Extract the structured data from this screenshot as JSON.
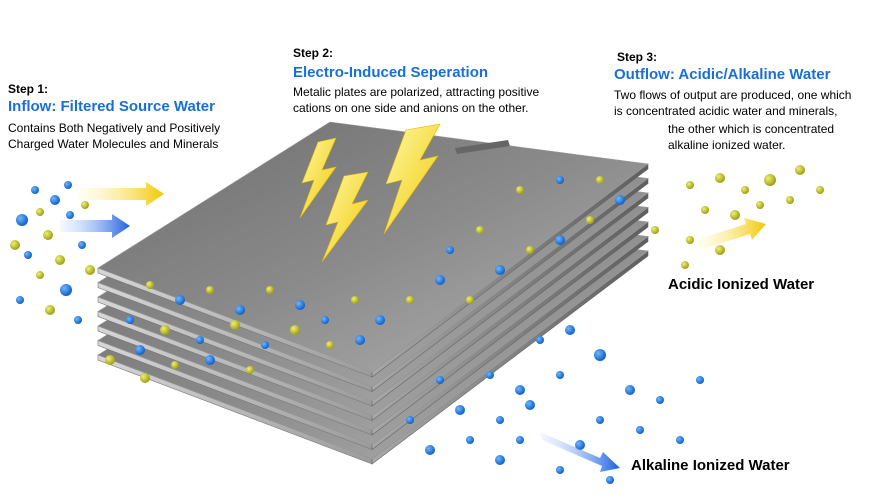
{
  "steps": [
    {
      "label": "Step 1:",
      "title": "Inflow: Filtered Source Water",
      "desc": [
        "Contains Both Negatively and Positively",
        "Charged Water Molecules and Minerals"
      ]
    },
    {
      "label": "Step 2:",
      "title": "Electro-Induced Seperation",
      "desc": [
        "Metalic plates are polarized, attracting positive",
        "cations on one side and anions on the other."
      ]
    },
    {
      "label": "Step 3:",
      "title": "Outflow: Acidic/Alkaline Water",
      "desc": [
        "Two flows of output are produced, one which",
        "is concentrated acidic water and minerals,",
        "the other which is concentrated",
        "alkaline ionized water."
      ]
    }
  ],
  "outputs": {
    "acidic": "Acidic Ionized Water",
    "alkaline": "Alkaline Ionized Water"
  },
  "colors": {
    "title_blue": "#1a6fd6",
    "anion_blue": "#1c7fe0",
    "cation_yellow": "#c9c21a",
    "plate_gray": "#8c8c8c",
    "bolt_yellow": "#f2d40c"
  },
  "icons": [
    "lightning-bolt-icon",
    "arrow-right-icon"
  ]
}
